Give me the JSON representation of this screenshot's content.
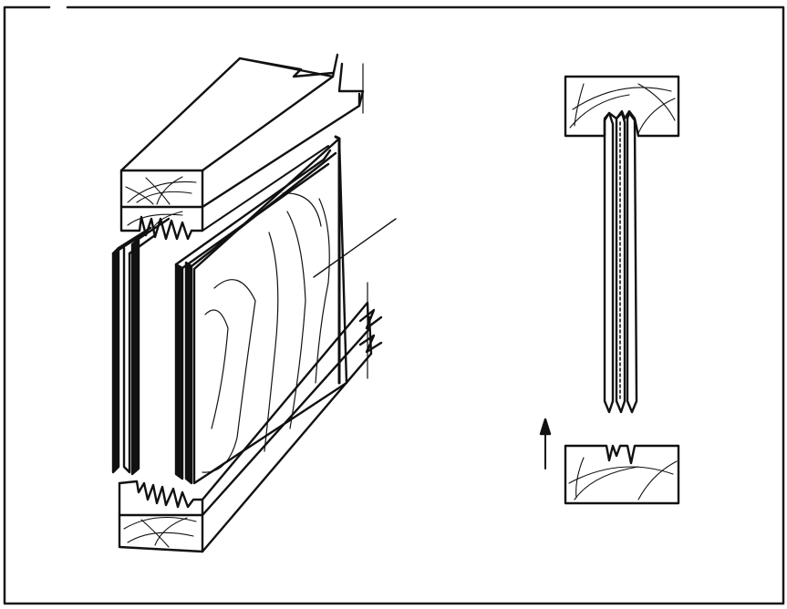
{
  "figure": {
    "frame_color": "#1a1a1a",
    "stroke_color": "#111111",
    "background": "#ffffff",
    "left_drawing": "isometric-panel-assembly",
    "right_drawing": "panel-cross-section",
    "arrow_direction": "up"
  }
}
